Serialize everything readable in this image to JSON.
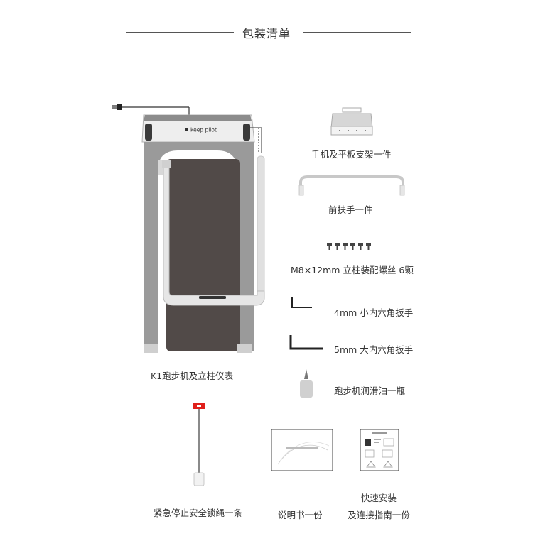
{
  "header": {
    "title": "包装清单"
  },
  "treadmill": {
    "brand_logo": "keep pilot",
    "label": "K1跑步机及立柱仪表"
  },
  "items": [
    {
      "id": "phone-tablet-holder",
      "label": "手机及平板支架一件",
      "icon": "holder-icon"
    },
    {
      "id": "front-handrail",
      "label": "前扶手一件",
      "icon": "handrail-icon"
    },
    {
      "id": "screws",
      "label": "M8×12mm 立柱装配螺丝 6颗",
      "icon": "screws-icon"
    },
    {
      "id": "small-hex-key",
      "label": "4mm 小内六角扳手",
      "icon": "hex-key-small-icon"
    },
    {
      "id": "large-hex-key",
      "label": "5mm 大内六角扳手",
      "icon": "hex-key-large-icon"
    },
    {
      "id": "lubricant",
      "label": "跑步机润滑油一瓶",
      "icon": "oil-bottle-icon"
    }
  ],
  "bottom_items": {
    "safety_key": {
      "label": "紧急停止安全锁绳一条"
    },
    "manual": {
      "label": "说明书一份"
    },
    "quick_guide": {
      "label_line1": "快速安装",
      "label_line2": "及连接指南一份"
    }
  },
  "colors": {
    "frame_gray": "#9a9a9a",
    "belt_dark": "#514a48",
    "safety_red": "#e0201b",
    "line": "#555555"
  }
}
